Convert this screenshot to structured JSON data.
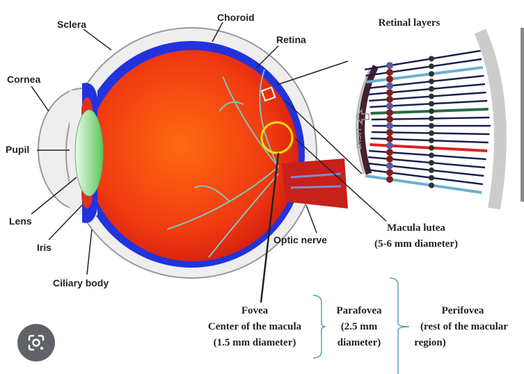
{
  "labels": {
    "sclera": "Sclera",
    "choroid": "Choroid",
    "retina": "Retina",
    "cornea": "Cornea",
    "pupil": "Pupil",
    "lens": "Lens",
    "iris": "Iris",
    "ciliary_body": "Ciliary body",
    "optic_nerve": "Optic nerve",
    "retinal_layers": "Retinal layers",
    "light": "LIGHT"
  },
  "macula": {
    "title": "Macula lutea",
    "size": "(5-6 mm diameter)"
  },
  "fovea": {
    "title": "Fovea",
    "line1": "Center of the macula",
    "line2": "(1.5 mm diameter)"
  },
  "parafovea": {
    "title": "Parafovea",
    "line1": "(2.5 mm",
    "line2": "diameter)"
  },
  "perifovea": {
    "title": "Perifovea",
    "line1": "(rest of the macular",
    "line2": "region)"
  },
  "colors": {
    "sclera": "#e8e8e8",
    "choroid": "#2233dd",
    "retina": "#ee4411",
    "lens": "#9ee39e",
    "bracket": "#5aa0b0"
  },
  "lens_search_icon": "lens-search-icon"
}
